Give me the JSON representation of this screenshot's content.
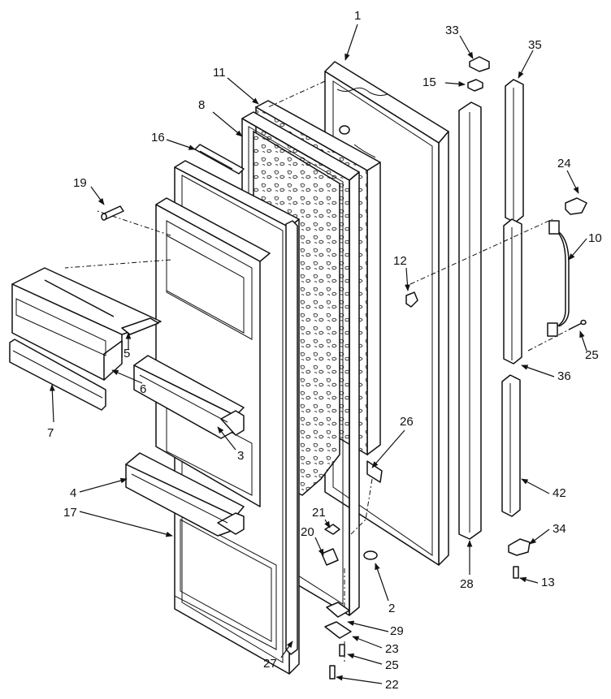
{
  "diagram": {
    "labels": {
      "p1": "1",
      "p2": "2",
      "p3": "3",
      "p4": "4",
      "p5": "5",
      "p6": "6",
      "p7": "7",
      "p8": "8",
      "p10": "10",
      "p11": "11",
      "p12": "12",
      "p13": "13",
      "p15": "15",
      "p16": "16",
      "p17": "17",
      "p19": "19",
      "p20": "20",
      "p21": "21",
      "p22": "22",
      "p23": "23",
      "p24": "24",
      "p25a": "25",
      "p25b": "25",
      "p26": "26",
      "p27": "27",
      "p28": "28",
      "p29": "29",
      "p33": "33",
      "p34": "34",
      "p35": "35",
      "p36": "36",
      "p42": "42"
    }
  }
}
